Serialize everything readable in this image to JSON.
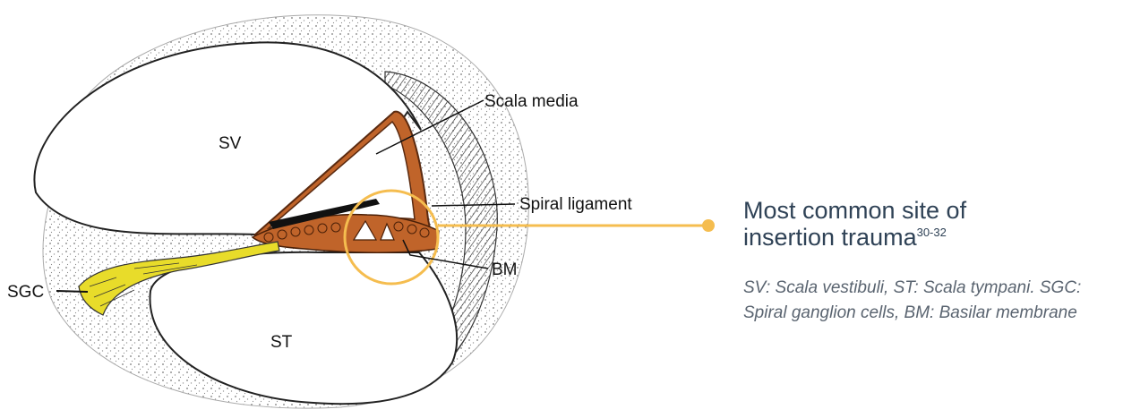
{
  "diagram": {
    "labels": {
      "sv": "SV",
      "st": "ST",
      "sgc": "SGC",
      "scala_media": "Scala media",
      "spiral_ligament": "Spiral ligament",
      "bm": "BM"
    }
  },
  "callout": {
    "title_line1": "Most common site of",
    "title_line2": "insertion trauma",
    "title_superscript": "30-32",
    "caption": "SV: Scala vestibuli, ST: Scala tympani. SGC: Spiral ganglion cells, BM: Basilar membrane"
  },
  "colors": {
    "highlight_circle": "#f5bd4f",
    "scala_media_fill": "#c0642a",
    "ganglion_fill": "#e8dc2a",
    "title_text": "#2f4256",
    "caption_text": "#5a6470"
  }
}
